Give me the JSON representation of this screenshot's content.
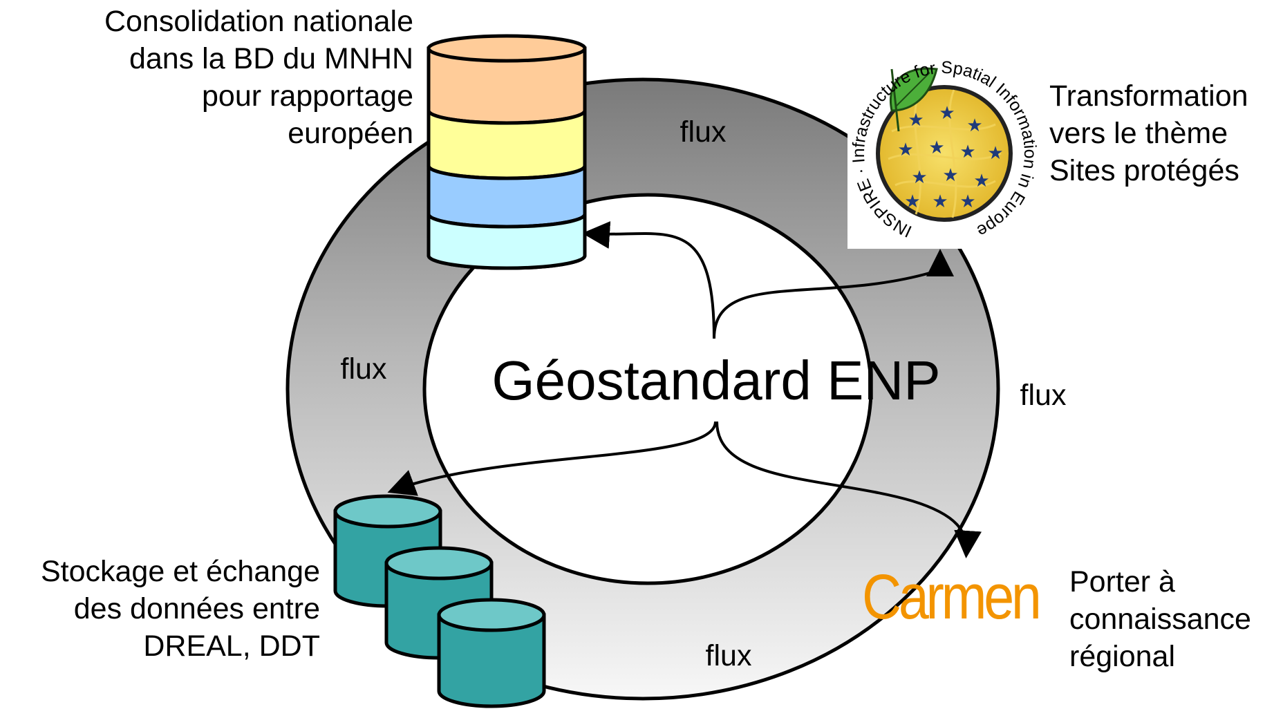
{
  "center": {
    "title": "Géostandard ENP"
  },
  "flux_labels": [
    "flux",
    "flux",
    "flux",
    "flux"
  ],
  "nodes": {
    "mnhn": {
      "lines": [
        "Consolidation nationale",
        "dans la BD du MNHN",
        "pour rapportage",
        "européen"
      ]
    },
    "inspire": {
      "logo_text": "INSPIRE · Infrastructure for Spatial Information in Europe",
      "lines": [
        "Transformation",
        "vers le thème",
        "Sites protégés"
      ]
    },
    "dreal": {
      "lines": [
        "Stockage et échange",
        "des données entre",
        "DREAL, DDT"
      ]
    },
    "carmen": {
      "logo_text": "Carmen",
      "lines": [
        "Porter à",
        "connaissance",
        "régional"
      ]
    }
  },
  "colors": {
    "db_layers": [
      "#ffcc99",
      "#ffff99",
      "#99ccff",
      "#ccffff"
    ],
    "db_teal": "#33a3a3",
    "db_teal_top": "#6ec8c8",
    "carmen_orange": "#f39400",
    "ring_dark": "#808080",
    "ring_light": "#f2f2f2"
  },
  "icons": [
    "stacked-database-icon",
    "inspire-logo",
    "teal-database-cluster-icon",
    "carmen-logo"
  ]
}
